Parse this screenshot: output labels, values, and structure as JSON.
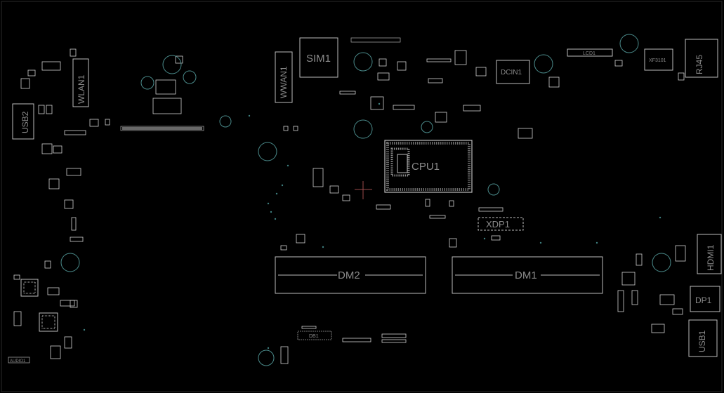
{
  "board": {
    "background": "#000000",
    "outline_color": "#bdbdbd",
    "label_color": "#8a8a8a",
    "hole_color": "#4a8a8a"
  },
  "labels": {
    "usb2": "USB2",
    "wlan1": "WLAN1",
    "wwan1": "WWAN1",
    "sim1": "SIM1",
    "dcin1": "DCIN1",
    "lcd1": "LCD1",
    "xf3101": "XF3101",
    "rj45": "RJ45",
    "cpu1": "CPU1",
    "xdp1": "XDP1",
    "dm2": "DM2",
    "dm1": "DM1",
    "hdmi1": "HDMI1",
    "dp1": "DP1",
    "usb1": "USB1",
    "db1": "DB1",
    "audio1": "AUDIO1"
  }
}
